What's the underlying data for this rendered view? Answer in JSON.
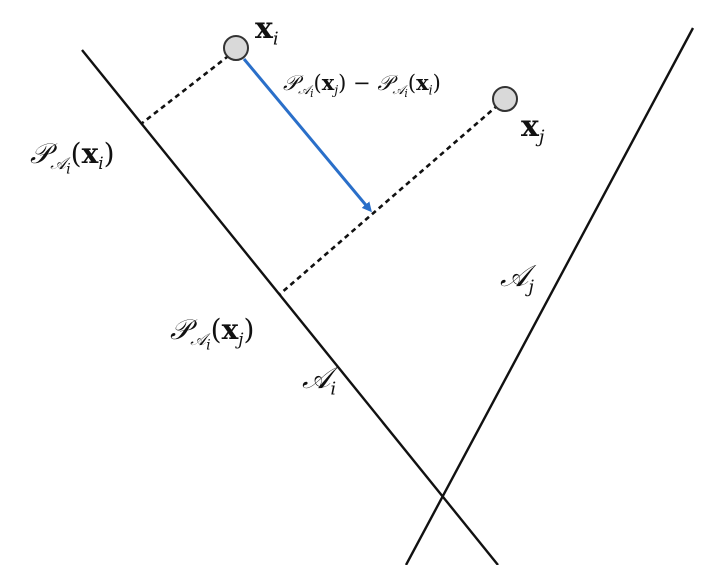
{
  "labels": {
    "P": "𝒫",
    "A": "𝒜",
    "x": "x",
    "i": "i",
    "j": "j",
    "open": "(",
    "close": ")",
    "minus": "−"
  },
  "colors": {
    "line": "#111111",
    "arrow": "#2a6fc9",
    "node_fill": "#d9d9d9",
    "node_stroke": "#333333"
  }
}
